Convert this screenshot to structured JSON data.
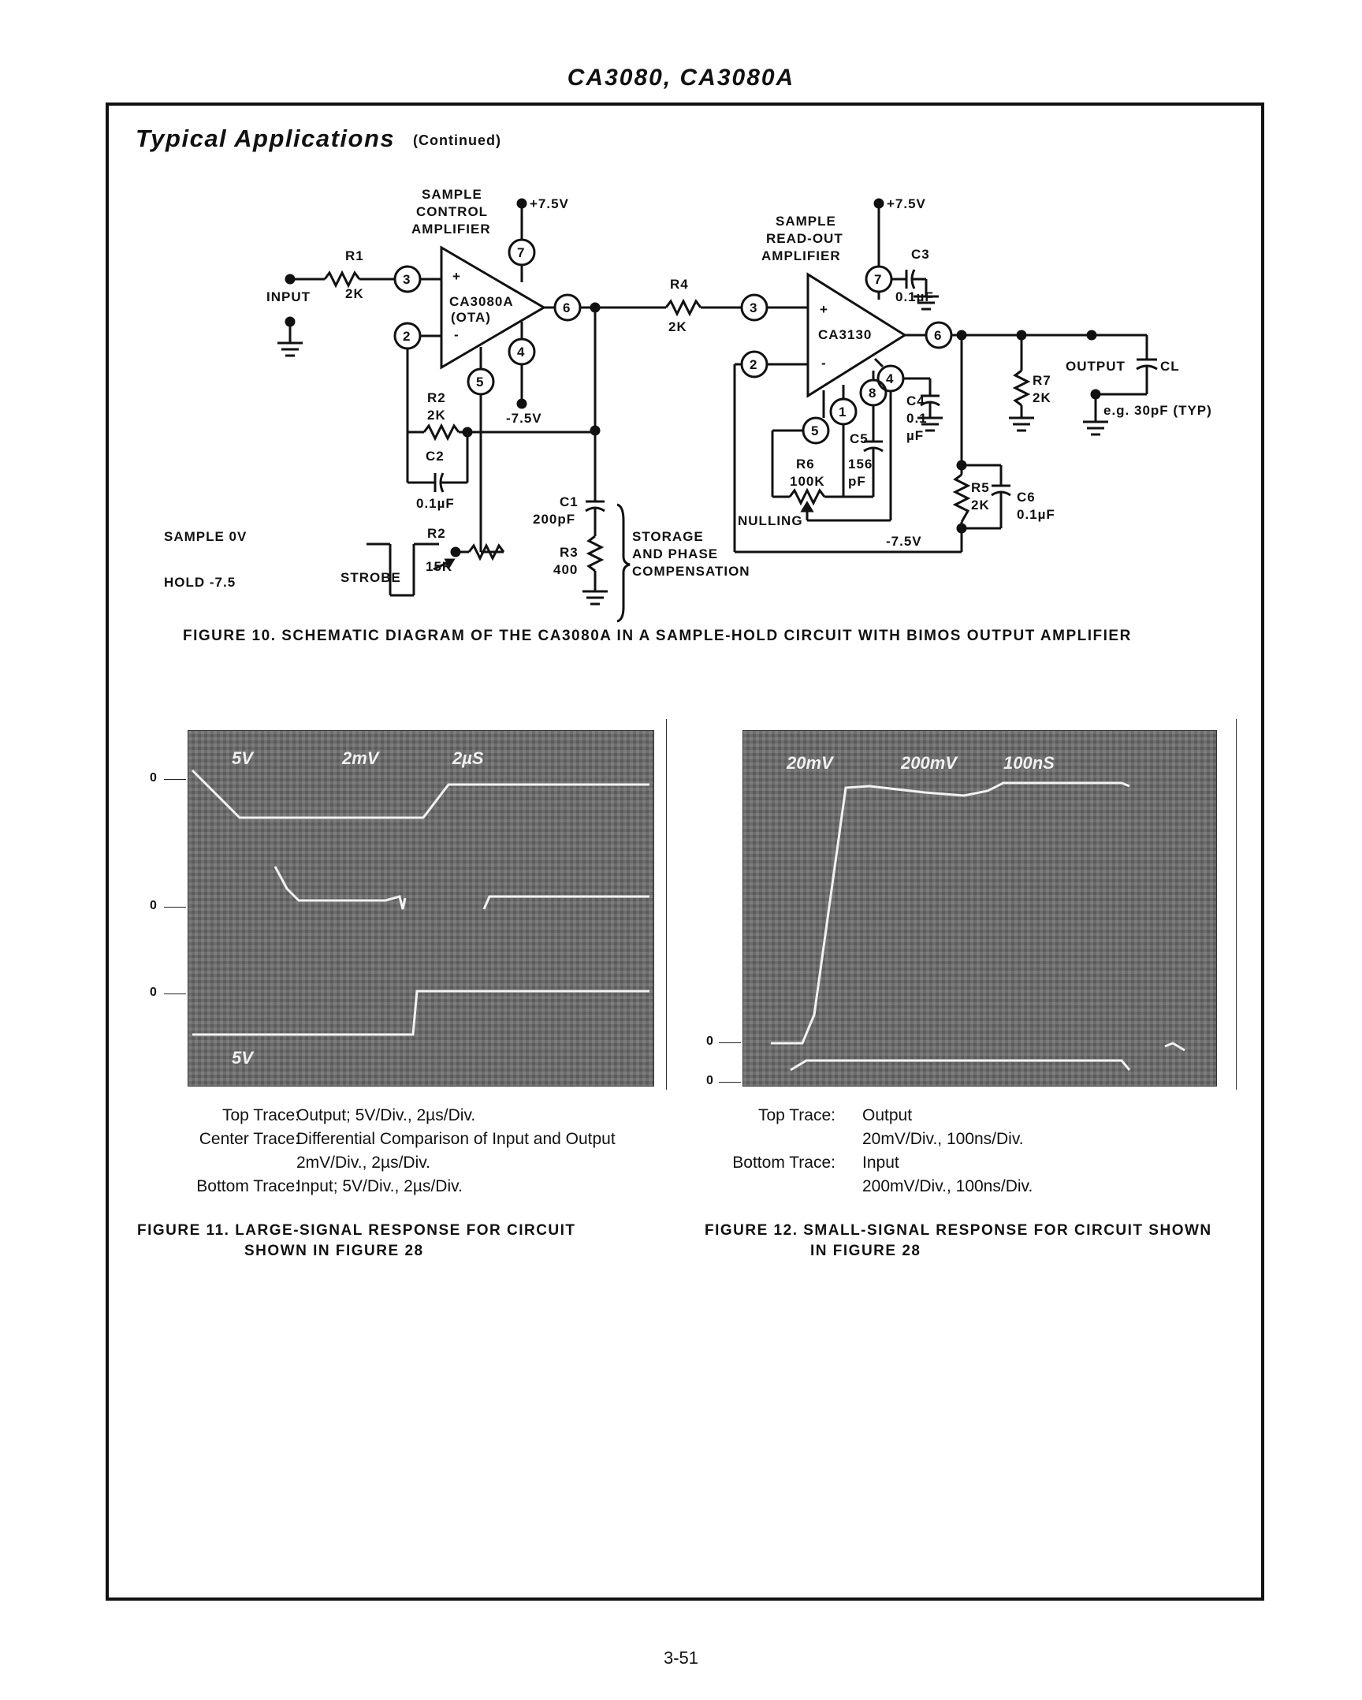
{
  "header": {
    "title": "CA3080, CA3080A"
  },
  "section": {
    "title": "Typical Applications",
    "subtitle": "(Continued)"
  },
  "schematic": {
    "labels": {
      "sample_control_1": "SAMPLE",
      "sample_control_2": "CONTROL",
      "sample_control_3": "AMPLIFIER",
      "plus_supply_1": "+7.5V",
      "plus_supply_2": "+7.5V",
      "minus_supply_1": "-7.5V",
      "minus_supply_2": "-7.5V",
      "readout_1": "SAMPLE",
      "readout_2": "READ-OUT",
      "readout_3": "AMPLIFIER",
      "r1": "R1",
      "r1_val": "2K",
      "input": "INPUT",
      "ota_1": "CA3080A",
      "ota_2": "(OTA)",
      "r4": "R4",
      "r4_val": "2K",
      "ca3130": "CA3130",
      "c3": "C3",
      "c3_val": "0.1µF",
      "r2a": "R2",
      "r2a_val": "2K",
      "c2": "C2",
      "c2_val": "0.1µF",
      "c1": "C1",
      "c1_val": "200pF",
      "r3": "R3",
      "r3_val": "400",
      "storage_1": "STORAGE",
      "storage_2": "AND PHASE",
      "storage_3": "COMPENSATION",
      "r2b": "R2",
      "r2b_val": "15K",
      "strobe": "STROBE",
      "sample_0v": "SAMPLE  0V",
      "hold": "HOLD    -7.5",
      "r6": "R6",
      "r6_val": "100K",
      "c5": "C5",
      "c5_val_1": "156",
      "c5_val_2": "pF",
      "nulling": "NULLING",
      "c4": "C4",
      "c4_val_1": "0.1",
      "c4_val_2": "µF",
      "r7": "R7",
      "r7_val": "2K",
      "r5": "R5",
      "r5_val": "2K",
      "c6": "C6",
      "c6_val": "0.1µF",
      "output": "OUTPUT",
      "cl": "CL",
      "cl_val": "e.g. 30pF (TYP)",
      "plus": "+",
      "minus": "-",
      "pin3a": "3",
      "pin2a": "2",
      "pin7a": "7",
      "pin6a": "6",
      "pin4a": "4",
      "pin5a": "5",
      "pin3b": "3",
      "pin2b": "2",
      "pin7b": "7",
      "pin6b": "6",
      "pin4b": "4",
      "pin5b": "5",
      "pin1b": "1",
      "pin8b": "8"
    },
    "caption": "FIGURE 10.  SCHEMATIC DIAGRAM OF THE CA3080A IN A SAMPLE-HOLD CIRCUIT WITH BIMOS OUTPUT AMPLIFIER"
  },
  "figure11": {
    "scope_labels": {
      "top_left": "5V",
      "top_mid": "2mV",
      "top_right": "2µS",
      "bottom_left": "5V"
    },
    "zero_marks": [
      "0",
      "0",
      "0"
    ],
    "caption_rows": [
      {
        "label": "Top Trace:",
        "text": "Output; 5V/Div., 2µs/Div."
      },
      {
        "label": "Center Trace:",
        "text": "Differential Comparison of Input and Output"
      },
      {
        "label": "",
        "text": "2mV/Div., 2µs/Div."
      },
      {
        "label": "Bottom Trace:",
        "text": "Input; 5V/Div., 2µs/Div."
      }
    ],
    "caption_1": "FIGURE 11.  LARGE-SIGNAL RESPONSE FOR CIRCUIT",
    "caption_2": "SHOWN IN FIGURE 28"
  },
  "figure12": {
    "scope_labels": {
      "top_left": "20mV",
      "top_mid": "200mV",
      "top_right": "100nS"
    },
    "zero_marks": [
      "0",
      "0"
    ],
    "caption_rows": [
      {
        "label": "Top Trace:",
        "text": "Output"
      },
      {
        "label": "",
        "text": "20mV/Div., 100ns/Div."
      },
      {
        "label": "Bottom Trace:",
        "text": "Input"
      },
      {
        "label": "",
        "text": "200mV/Div., 100ns/Div."
      }
    ],
    "caption_1": "FIGURE 12.  SMALL-SIGNAL RESPONSE FOR CIRCUIT SHOWN",
    "caption_2": "IN FIGURE 28"
  },
  "footer": {
    "page_number": "3-51"
  }
}
